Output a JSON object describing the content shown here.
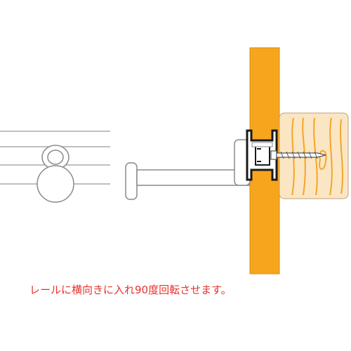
{
  "diagram": {
    "caption": "レールに横向きに入れ90度回転させます。",
    "colors": {
      "wall": "#f7a51d",
      "wood_block": "#fbe6c3",
      "wood_grain": "#f3a52c",
      "rail": "#1a1a1a",
      "outline": "#888888",
      "caption": "#e8312b"
    },
    "icons": [
      "hanger-hook-icon",
      "wall-panel",
      "wood-stud",
      "rail-profile",
      "screw-icon"
    ]
  }
}
